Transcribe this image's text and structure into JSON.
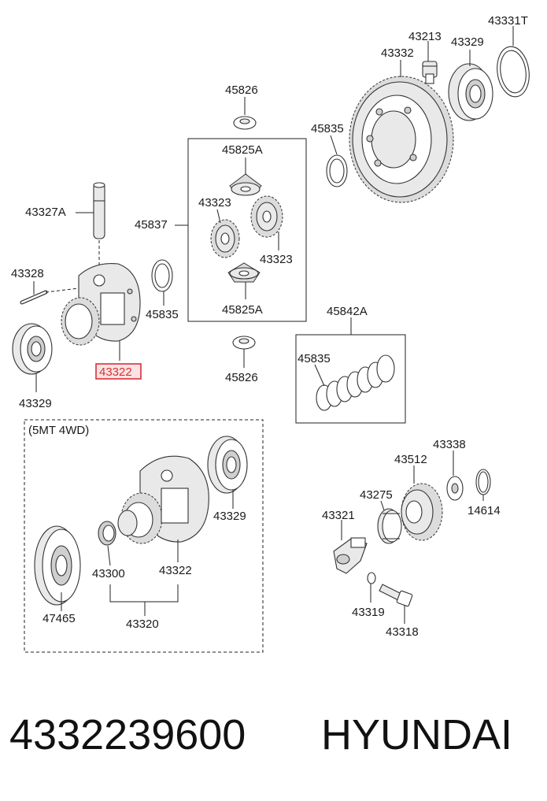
{
  "callouts": {
    "c43331T": "43331T",
    "c43213": "43213",
    "c43329_top": "43329",
    "c43332": "43332",
    "c45826_top": "45826",
    "c45835_right": "45835",
    "c45825A_top": "45825A",
    "c43323_left": "43323",
    "c45837": "45837",
    "c43323_right": "43323",
    "c45825A_bottom": "45825A",
    "c43327A": "43327A",
    "c43328": "43328",
    "c45835_mid": "45835",
    "c43322_highlight": "43322",
    "c43329_left": "43329",
    "c45826_bottom": "45826",
    "c45842A": "45842A",
    "c45835_stack": "45835",
    "c5mt_4wd": "(5MT 4WD)",
    "c43329_lower": "43329",
    "c43300": "43300",
    "c43322_lower": "43322",
    "c47465": "47465",
    "c43320": "43320",
    "c43338": "43338",
    "c43512": "43512",
    "c43275": "43275",
    "c14614": "14614",
    "c43321": "43321",
    "c43319": "43319",
    "c43318": "43318"
  },
  "footer": {
    "part_number": "4332239600",
    "brand": "HYUNDAI"
  },
  "colors": {
    "highlight": "#d8313a",
    "highlight_bg": "#fbe3e3",
    "line": "#222222"
  }
}
